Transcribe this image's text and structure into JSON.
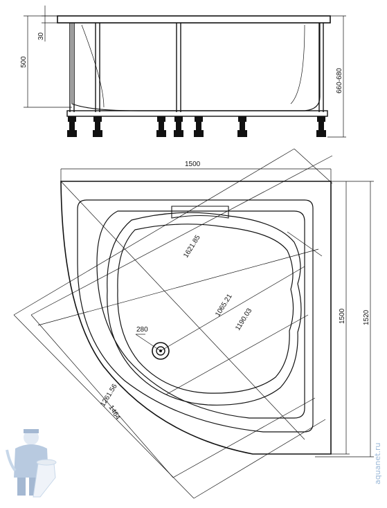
{
  "side_view": {
    "dim_30": "30",
    "dim_500": "500",
    "dim_660_680": "660-680"
  },
  "plan_view": {
    "dim_1500_top": "1500",
    "dim_1500_right": "1500",
    "dim_1520": "1520",
    "dim_1621_85": "1621.85",
    "dim_1065_21": "1065.21",
    "dim_1190_03": "1190.03",
    "dim_280": "280",
    "dim_1261_56": "1261.56",
    "dim_1464": "1464"
  },
  "watermark": {
    "text": "aquanet.ru",
    "icon": "plumber-mascot-icon"
  }
}
